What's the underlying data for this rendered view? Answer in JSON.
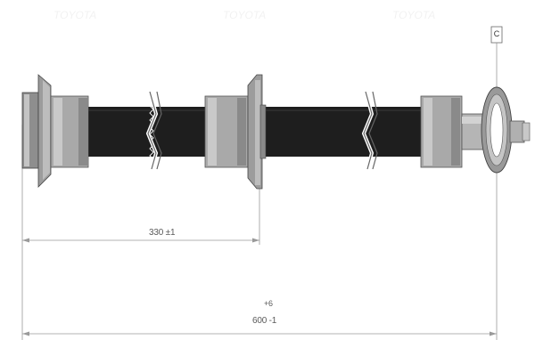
{
  "watermark": {
    "text": "TOYOTA"
  },
  "dimensions": {
    "short_length": "330 ±1",
    "total_upper_tolerance": "+6",
    "total_length": "600 -1"
  },
  "callout": {
    "label": "C"
  },
  "colors": {
    "hose": "#1e1e1e",
    "metal": "#a9a9a9",
    "metal_dark": "#7d7d7d",
    "dim_line": "#9a9a9a"
  }
}
